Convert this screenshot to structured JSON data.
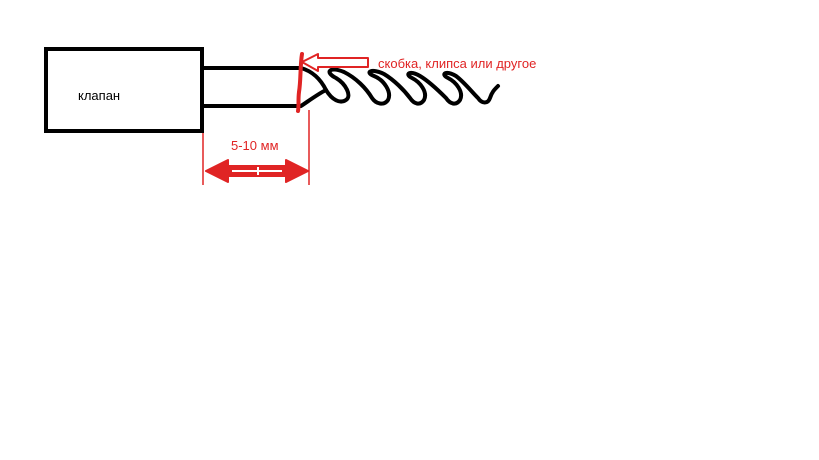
{
  "labels": {
    "valve": "клапан",
    "clip": "скобка, клипса или другое",
    "dimension": "5-10 мм"
  },
  "colors": {
    "background": "#ffffff",
    "drawing": "#000000",
    "annotation": "#e02424"
  }
}
